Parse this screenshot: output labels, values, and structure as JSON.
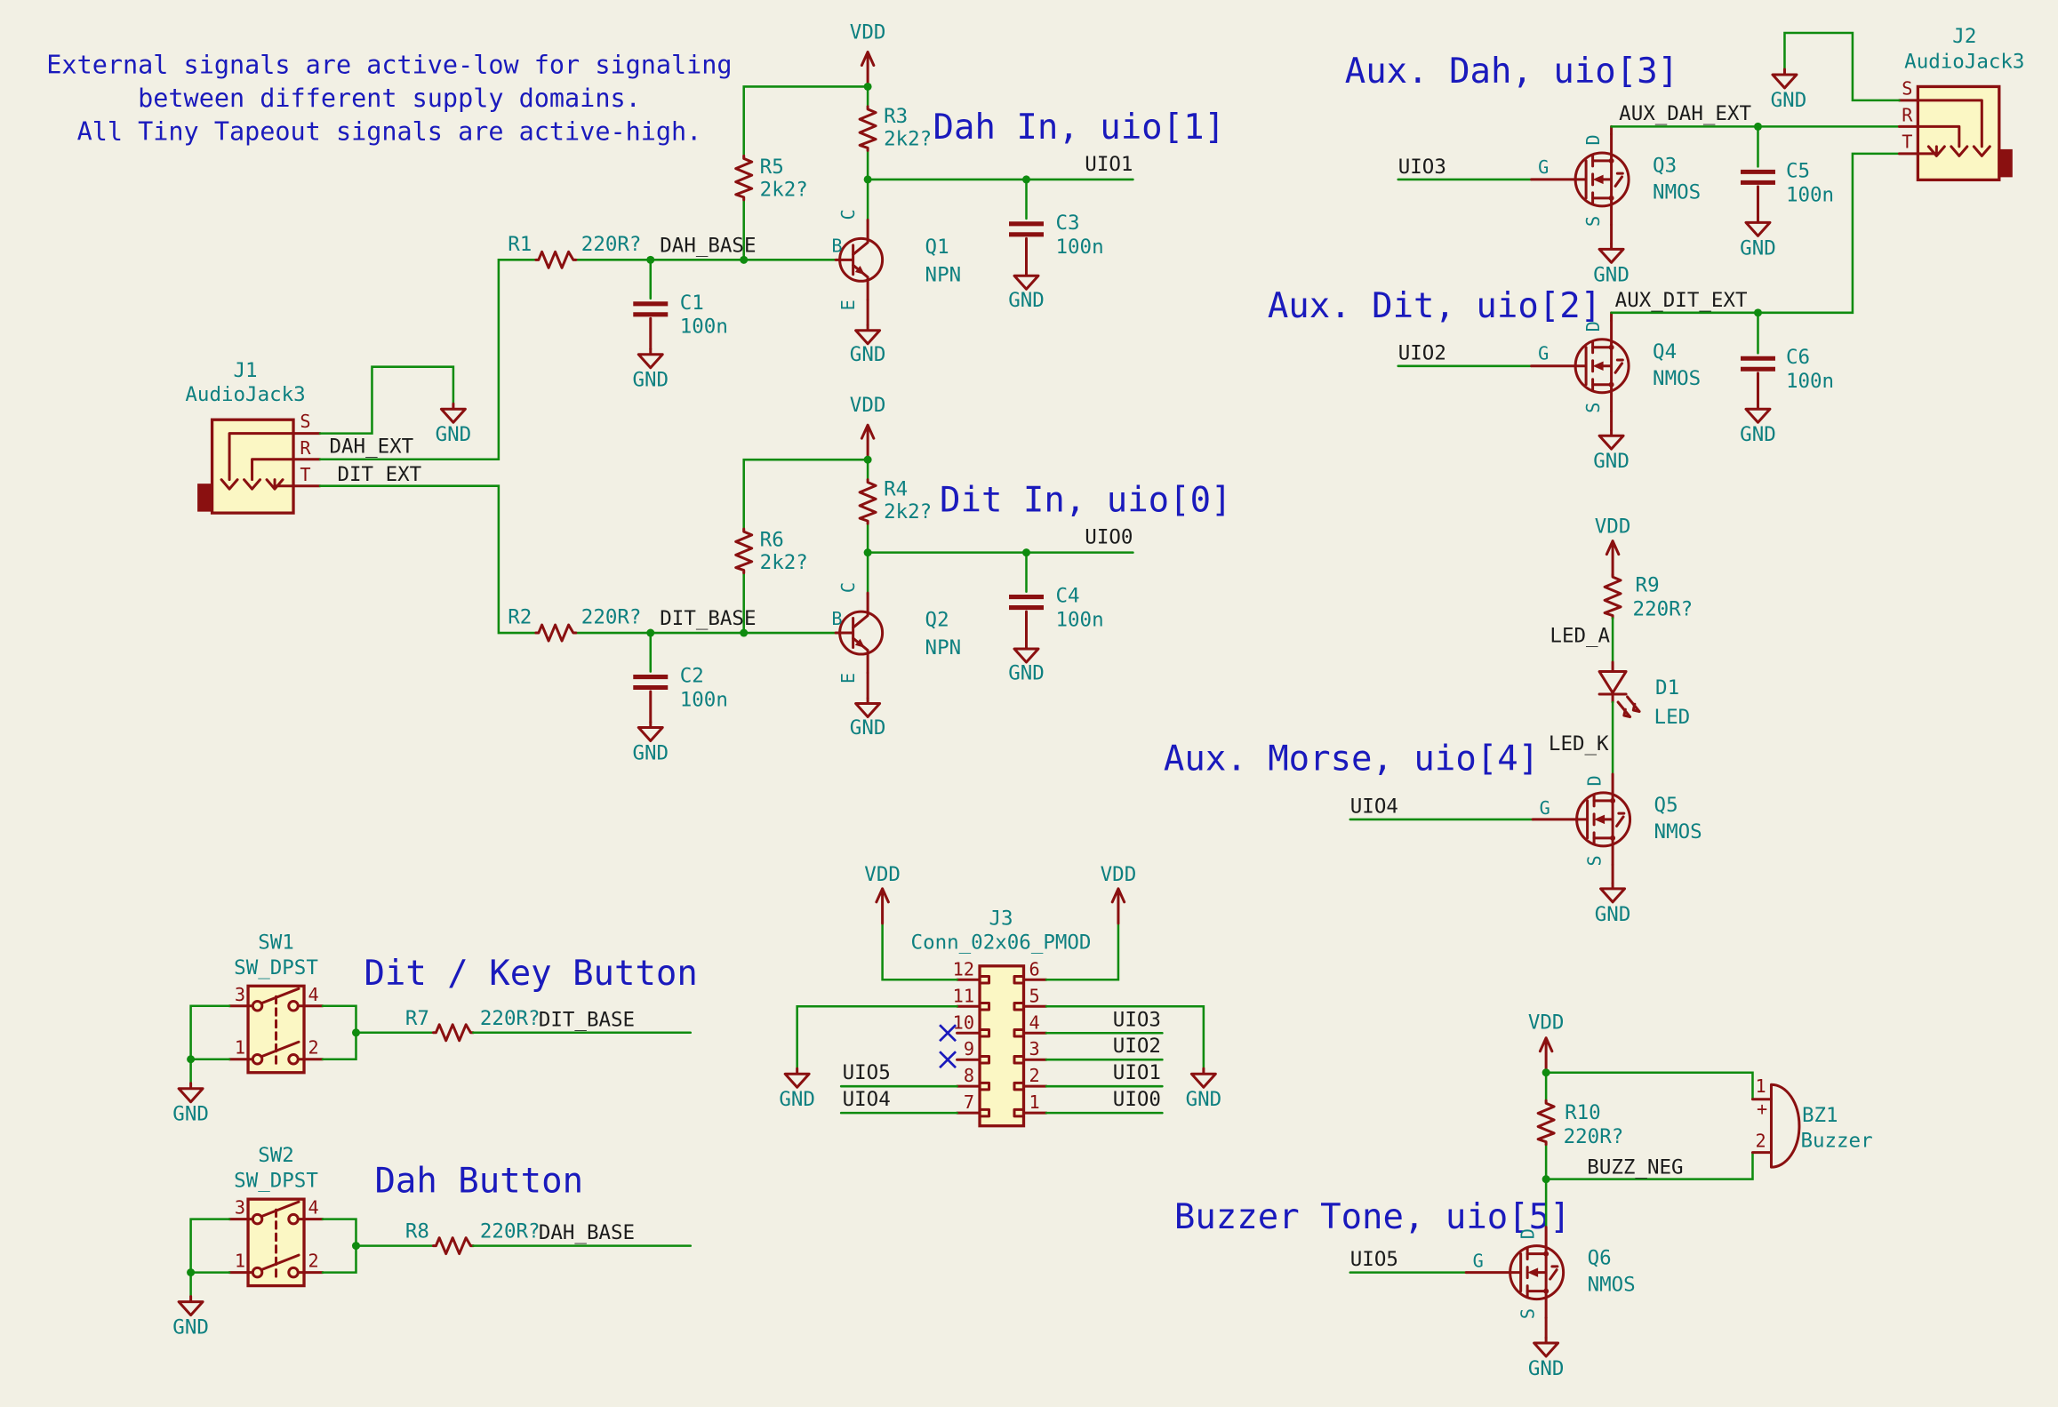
{
  "colors": {
    "background": "#F2F0E4",
    "wire_green": "#0F8B0F",
    "component_red": "#8A1010",
    "part_fill_yellow": "#FBF7C4",
    "note_blue": "#1A1ABC",
    "value_teal": "#0E8080",
    "net_black": "#1B1B1B"
  },
  "notes": {
    "line1": "External signals are active-low for signaling",
    "line2": "between different supply domains.",
    "line3": "All Tiny Tapeout signals are active-high."
  },
  "headings": {
    "dah_in": "Dah In, uio[1]",
    "dit_in": "Dit In, uio[0]",
    "aux_dah": "Aux. Dah, uio[3]",
    "aux_dit": "Aux. Dit, uio[2]",
    "aux_morse": "Aux. Morse, uio[4]",
    "dit_key": "Dit / Key Button",
    "dah_button": "Dah Button",
    "buzzer_tone": "Buzzer Tone, uio[5]"
  },
  "power": {
    "vdd": "VDD",
    "gnd": "GND"
  },
  "nets": {
    "uio0": "UIO0",
    "uio1": "UIO1",
    "uio2": "UIO2",
    "uio3": "UIO3",
    "uio4": "UIO4",
    "uio5": "UIO5",
    "dah_ext": "DAH_EXT",
    "dit_ext": "DIT_EXT",
    "dah_base": "DAH_BASE",
    "dit_base": "DIT_BASE",
    "aux_dah_ext": "AUX_DAH_EXT",
    "aux_dit_ext": "AUX_DIT_EXT",
    "led_a": "LED_A",
    "led_k": "LED_K",
    "buzz_neg": "BUZZ_NEG"
  },
  "parts": {
    "j1": {
      "ref": "J1",
      "value": "AudioJack3"
    },
    "j2": {
      "ref": "J2",
      "value": "AudioJack3"
    },
    "j3": {
      "ref": "J3",
      "value": "Conn_02x06_PMOD"
    },
    "q1": {
      "ref": "Q1",
      "value": "NPN"
    },
    "q2": {
      "ref": "Q2",
      "value": "NPN"
    },
    "q3": {
      "ref": "Q3",
      "value": "NMOS"
    },
    "q4": {
      "ref": "Q4",
      "value": "NMOS"
    },
    "q5": {
      "ref": "Q5",
      "value": "NMOS"
    },
    "q6": {
      "ref": "Q6",
      "value": "NMOS"
    },
    "r1": {
      "ref": "R1",
      "value": "220R?"
    },
    "r2": {
      "ref": "R2",
      "value": "220R?"
    },
    "r3": {
      "ref": "R3",
      "value": "2k2?"
    },
    "r4": {
      "ref": "R4",
      "value": "2k2?"
    },
    "r5": {
      "ref": "R5",
      "value": "2k2?"
    },
    "r6": {
      "ref": "R6",
      "value": "2k2?"
    },
    "r7": {
      "ref": "R7",
      "value": "220R?"
    },
    "r8": {
      "ref": "R8",
      "value": "220R?"
    },
    "r9": {
      "ref": "R9",
      "value": "220R?"
    },
    "r10": {
      "ref": "R10",
      "value": "220R?"
    },
    "c1": {
      "ref": "C1",
      "value": "100n"
    },
    "c2": {
      "ref": "C2",
      "value": "100n"
    },
    "c3": {
      "ref": "C3",
      "value": "100n"
    },
    "c4": {
      "ref": "C4",
      "value": "100n"
    },
    "c5": {
      "ref": "C5",
      "value": "100n"
    },
    "c6": {
      "ref": "C6",
      "value": "100n"
    },
    "d1": {
      "ref": "D1",
      "value": "LED"
    },
    "sw1": {
      "ref": "SW1",
      "value": "SW_DPST"
    },
    "sw2": {
      "ref": "SW2",
      "value": "SW_DPST"
    },
    "bz1": {
      "ref": "BZ1",
      "value": "Buzzer"
    }
  },
  "pins": {
    "s": "S",
    "r": "R",
    "t": "T",
    "b": "B",
    "c": "C",
    "e": "E",
    "g": "G",
    "d": "D",
    "source": "S",
    "plus": "+",
    "n1": "1",
    "n2": "2",
    "n3": "3",
    "n4": "4",
    "n5": "5",
    "n6": "6",
    "n7": "7",
    "n8": "8",
    "n9": "9",
    "n10": "10",
    "n11": "11",
    "n12": "12"
  }
}
